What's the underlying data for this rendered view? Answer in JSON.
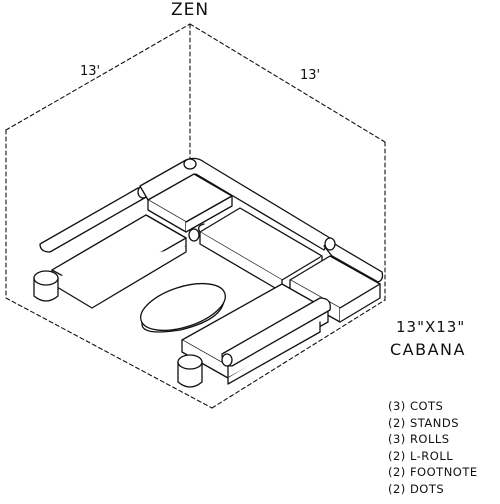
{
  "title": "ZEN",
  "dimensions": {
    "left": "13'",
    "right": "13'"
  },
  "size_label": "13\"X13\"",
  "name_label": "CABANA",
  "parts": [
    "(3) COTS",
    "(2) STANDS",
    "(3) ROLLS",
    "(2) L-ROLL",
    "(2) FOOTNOTE",
    "(2) DOTS"
  ]
}
